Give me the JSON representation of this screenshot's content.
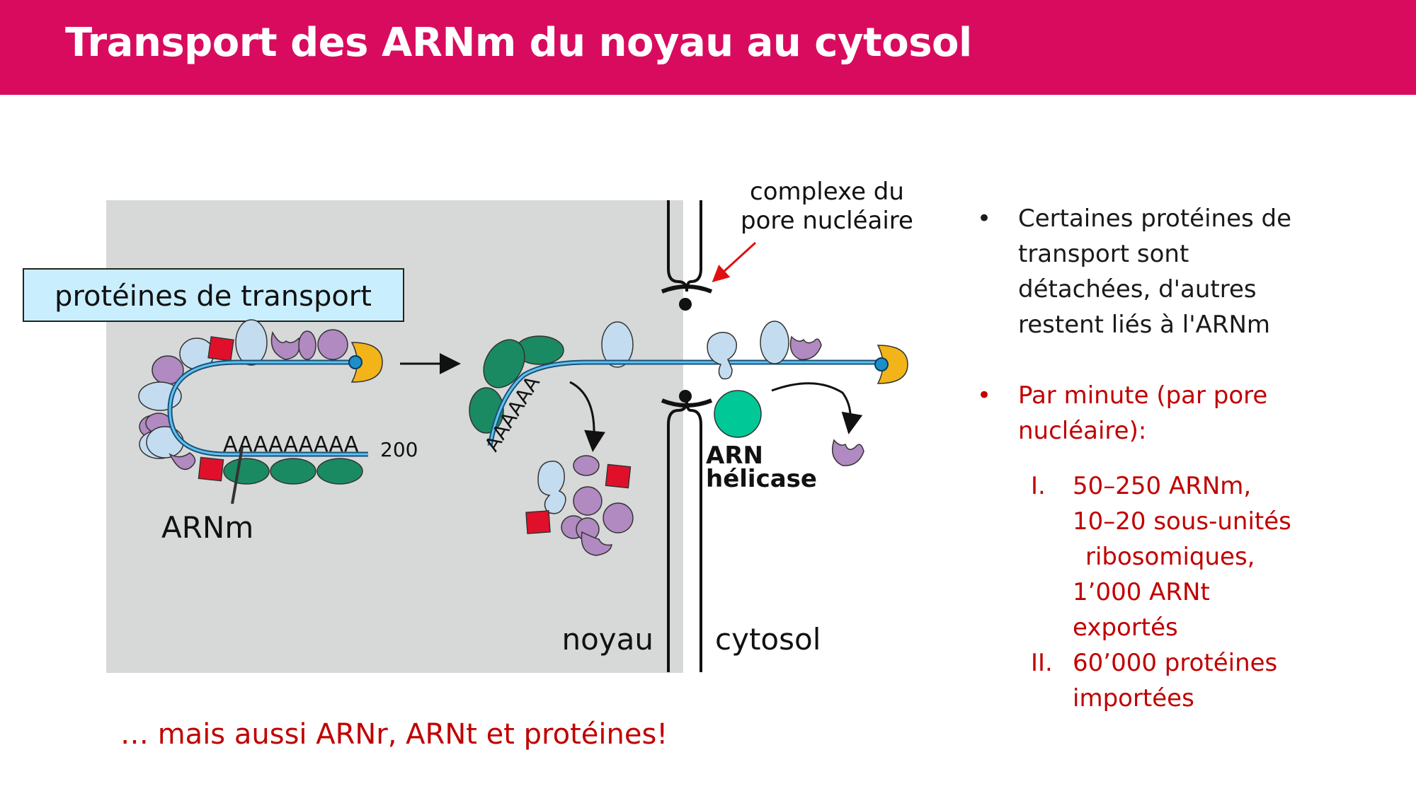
{
  "title": "Transport des ARNm du noyau au cytosol",
  "colors": {
    "accent": "#d90b5f",
    "nucleus_bg": "#d7d9d8",
    "label_box": "#c9efff",
    "text_red": "#c00000",
    "protein_purple": "#b08ac0",
    "protein_blue": "#c4dcf0",
    "protein_green": "#1a8a62",
    "marker_red": "#e0102a",
    "cap_yellow": "#f2b418",
    "mrna_blue": "#1e8ec8",
    "helicase_green": "#00c896"
  },
  "diagram": {
    "label_box": "protéines de transport",
    "mrna_label": "ARNm",
    "polya": "AAAAAAAAA",
    "polya_count": "200",
    "polya_short": "AAAAAA",
    "pore_label_line1": "complexe du",
    "pore_label_line2": "pore nucléaire",
    "helicase_line1": "ARN",
    "helicase_line2": "hélicase",
    "nucleus_label": "noyau",
    "cytosol_label": "cytosol"
  },
  "right_panel": {
    "bullet_char": "•",
    "bullet1": [
      "Certaines protéines de",
      "transport sont",
      "détachées, d'autres",
      "restent liés à l'ARNm"
    ],
    "bullet2": [
      "Par minute (par pore",
      "nucléaire):"
    ],
    "sublist": [
      {
        "num": "I.",
        "lines": [
          "50–250 ARNm,",
          "10–20 sous-unités",
          "ribosomiques,",
          "1’000 ARNt",
          "exportés"
        ]
      },
      {
        "num": "II.",
        "lines": [
          "60’000 protéines",
          "importées"
        ]
      }
    ]
  },
  "footer": "… mais aussi ARNr, ARNt et protéines!"
}
